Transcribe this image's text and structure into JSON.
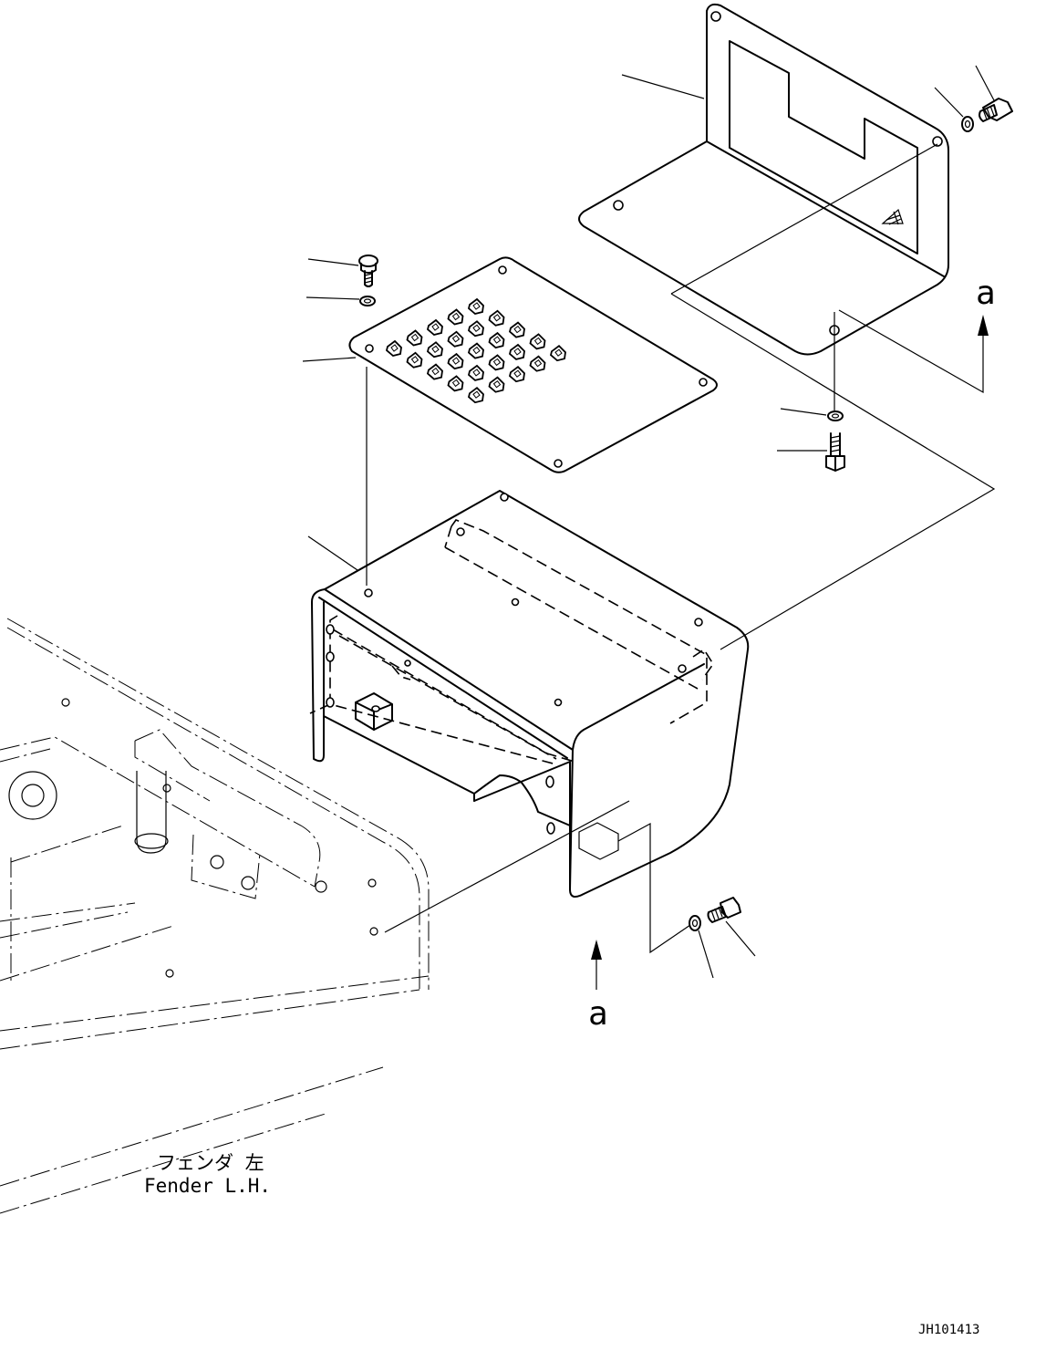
{
  "drawing": {
    "fender_label_ja": "フェンダ 左",
    "fender_label_en": "Fender L.H.",
    "view_marker_top": "a",
    "view_marker_bottom": "a",
    "drawing_number": "JH101413"
  },
  "parts": [
    "bracket-cover",
    "plate-bolt",
    "plate-washer",
    "step-plate",
    "box-cover",
    "bracket-washer",
    "bracket-bolt",
    "lower-washer",
    "lower-bolt",
    "side-washer",
    "side-bolt"
  ]
}
